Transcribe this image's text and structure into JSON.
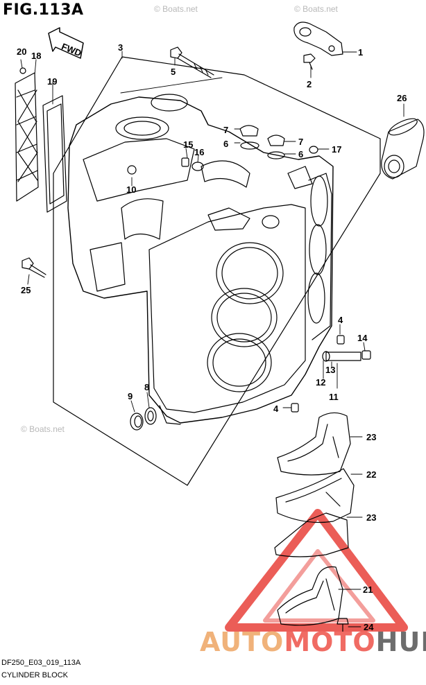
{
  "figure": {
    "title": "FIG.113A",
    "direction_label": "FWD",
    "code": "DF250_E03_019_113A",
    "name": "CYLINDER BLOCK"
  },
  "callouts": [
    "1",
    "2",
    "3",
    "4",
    "4",
    "5",
    "6",
    "6",
    "7",
    "7",
    "8",
    "9",
    "10",
    "11",
    "12",
    "13",
    "14",
    "15",
    "16",
    "17",
    "18",
    "19",
    "20",
    "21",
    "22",
    "23",
    "23",
    "24",
    "25",
    "26"
  ],
  "watermark": "© Boats.net",
  "brand": {
    "part1": "AUTO",
    "part2": "MOTO",
    "part3": "HUB"
  },
  "colors": {
    "line": "#000000",
    "logo_red": "#e8413a",
    "logo_orange": "#f0b27a",
    "logo_gray": "#6d6d6d",
    "watermark": "#b8b8b8"
  }
}
